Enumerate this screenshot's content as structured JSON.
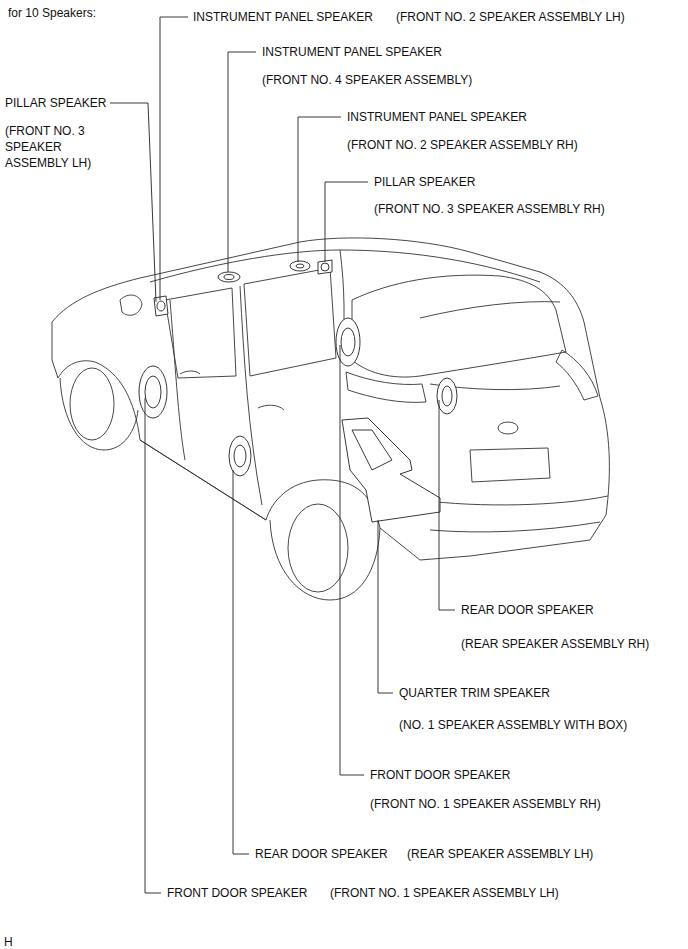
{
  "diagram": {
    "labels": [
      "for 10 Speakers:",
      "INSTRUMENT PANEL SPEAKER",
      "(FRONT NO. 2 SPEAKER ASSEMBLY LH)",
      "INSTRUMENT PANEL SPEAKER",
      "(FRONT NO. 4 SPEAKER ASSEMBLY)",
      "PILLAR SPEAKER",
      "(FRONT NO. 3 SPEAKER ASSEMBLY LH)",
      "INSTRUMENT PANEL SPEAKER",
      "(FRONT NO. 2 SPEAKER ASSEMBLY RH)",
      "PILLAR SPEAKER",
      "(FRONT NO. 3 SPEAKER ASSEMBLY RH)",
      "REAR DOOR SPEAKER",
      "(REAR SPEAKER ASSEMBLY RH)",
      "QUARTER TRIM SPEAKER",
      "(NO. 1 SPEAKER ASSEMBLY WITH BOX)",
      "FRONT DOOR SPEAKER",
      "(FRONT NO. 1 SPEAKER ASSEMBLY RH)",
      "REAR DOOR SPEAKER",
      "(REAR SPEAKER ASSEMBLY LH)",
      "FRONT DOOR SPEAKER",
      "(FRONT NO. 1 SPEAKER ASSEMBLY LH)",
      "H"
    ]
  }
}
